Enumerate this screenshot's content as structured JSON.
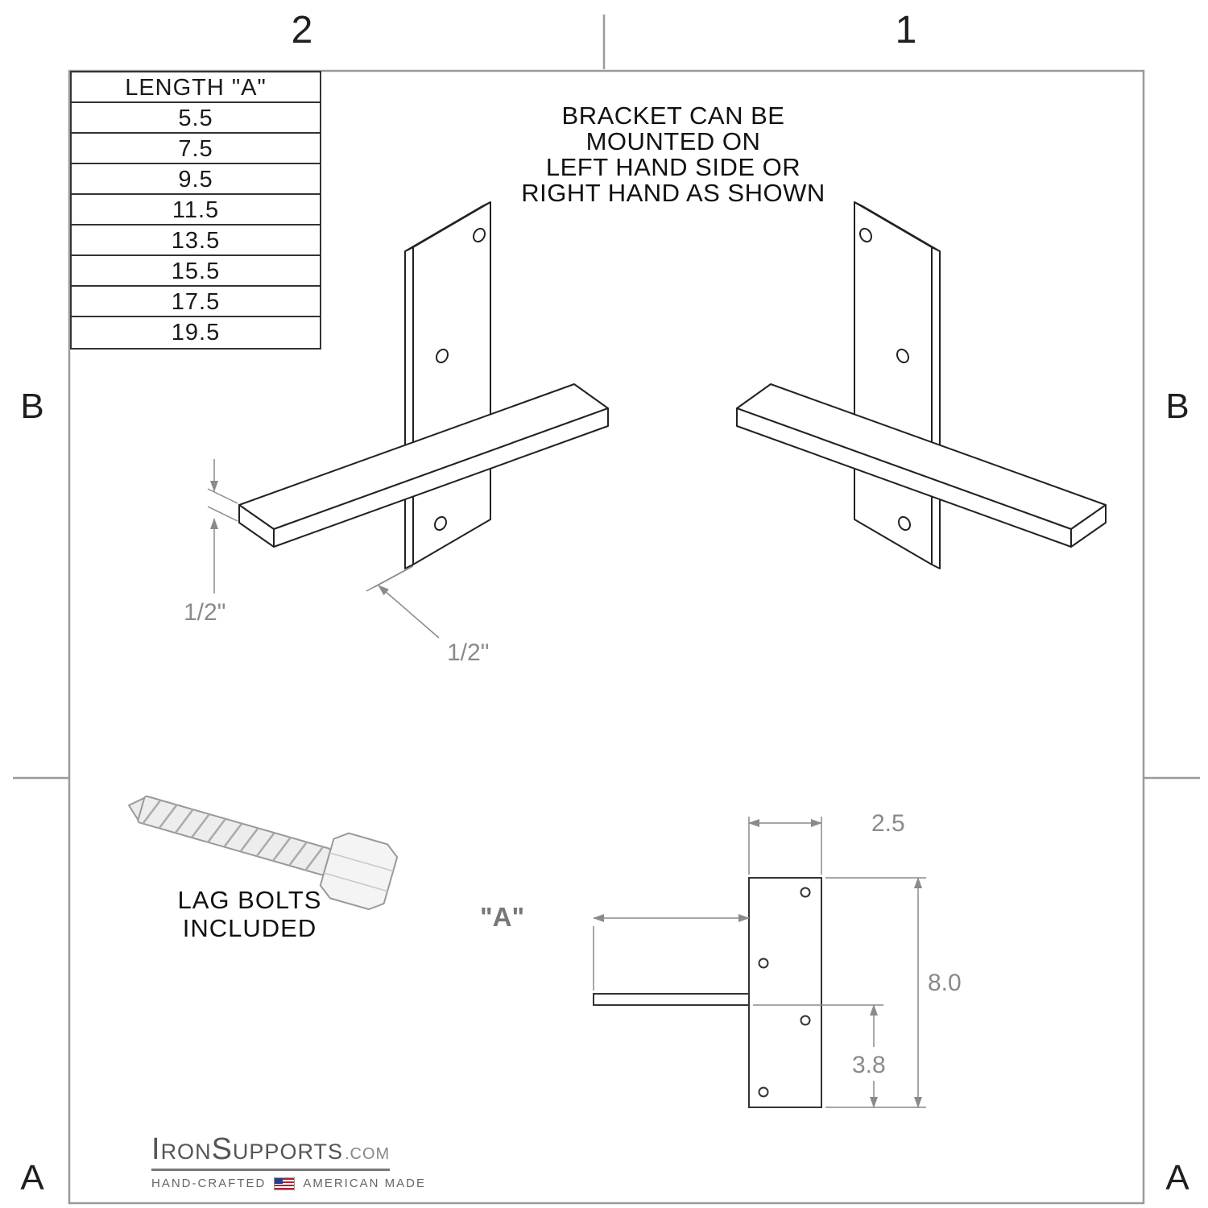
{
  "zones": {
    "top_left": "2",
    "top_right": "1",
    "mid_left": "B",
    "mid_right": "B",
    "bottom_left": "A",
    "bottom_right": "A"
  },
  "length_table": {
    "header": "LENGTH \"A\"",
    "rows": [
      "5.5",
      "7.5",
      "9.5",
      "11.5",
      "13.5",
      "15.5",
      "17.5",
      "19.5"
    ]
  },
  "note_lines": [
    "BRACKET CAN BE",
    "MOUNTED ON",
    "LEFT HAND SIDE OR",
    "RIGHT HAND AS SHOWN"
  ],
  "iso_dims": {
    "shelf_thickness": "1/2\"",
    "plate_thickness": "1/2\""
  },
  "bolt_caption_lines": [
    "LAG BOLTS",
    "INCLUDED"
  ],
  "side_view_dims": {
    "top_width": "2.5",
    "length_label": "\"A\"",
    "overall_height": "8.0",
    "lower_height": "3.8"
  },
  "logo": {
    "part_i": "I",
    "part_ron": "RON",
    "part_s": "S",
    "part_upports": "UPPORTS",
    "suffix": ".COM",
    "tagline_left": "HAND-CRAFTED",
    "tagline_right": "AMERICAN MADE"
  },
  "colors": {
    "part_line": "#222222",
    "dimension_line": "#8a8a8a",
    "frame_line": "#9a9a9a"
  }
}
